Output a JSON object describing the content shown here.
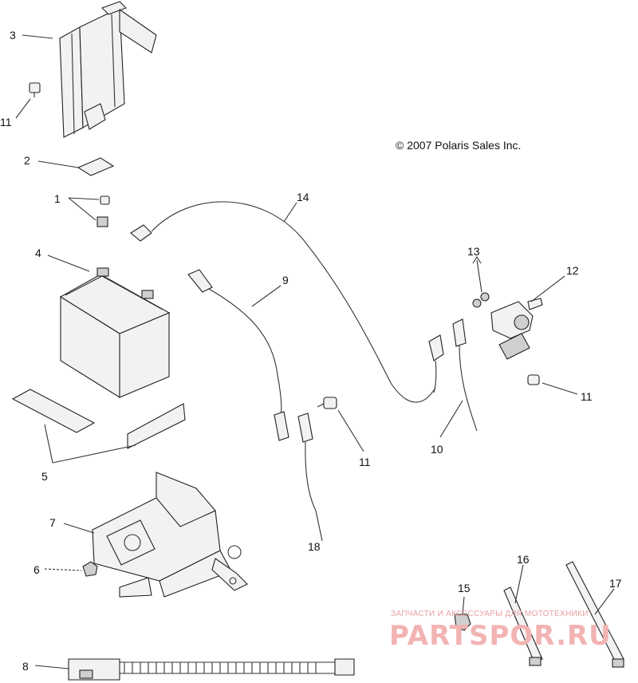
{
  "copyright": "© 2007 Polaris Sales Inc.",
  "callouts": {
    "c1": "1",
    "c2": "2",
    "c3": "3",
    "c4": "4",
    "c5": "5",
    "c6": "6",
    "c7": "7",
    "c8": "8",
    "c9": "9",
    "c10": "10",
    "c11a": "11",
    "c11b": "11",
    "c11c": "11",
    "c12": "12",
    "c13": "13",
    "c14": "14",
    "c15": "15",
    "c16": "16",
    "c17": "17",
    "c18": "18"
  },
  "watermark": {
    "subtitle": "ЗАПЧАСТИ И АКСЕССУАРЫ ДЛЯ МОТОТЕХНИКИ",
    "brand": "PARTSPOR.RU"
  }
}
